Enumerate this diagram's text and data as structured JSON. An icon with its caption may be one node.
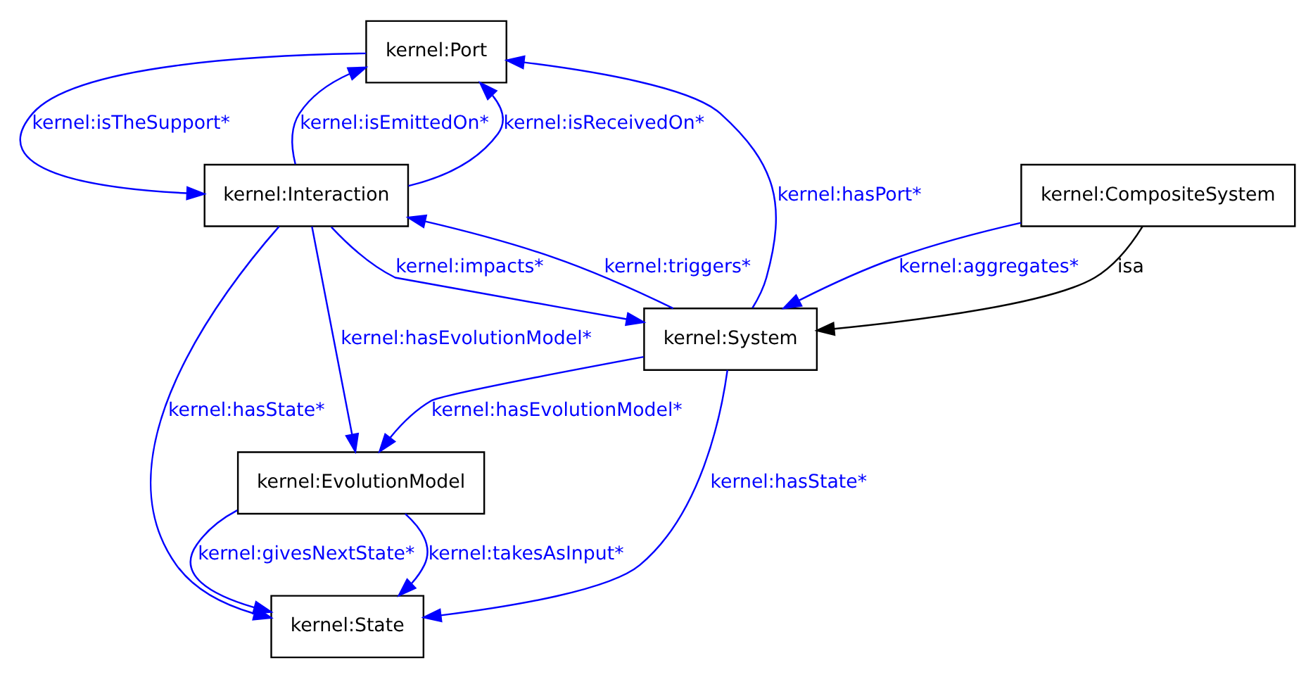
{
  "diagram": {
    "nodes": [
      {
        "text": [
          "kernel:Port"
        ]
      },
      {
        "text": [
          "kernel:Interaction"
        ]
      },
      {
        "text": [
          "kernel:System"
        ]
      },
      {
        "text": [
          "kernel:EvolutionModel"
        ]
      },
      {
        "text": [
          "kernel:CompositeSystem"
        ]
      },
      {
        "text": [
          "kernel:State"
        ]
      }
    ],
    "edges": [
      {
        "from": 0,
        "to": 1,
        "arrow": "to",
        "label": "kernel:isTheSupport*"
      },
      {
        "from": 1,
        "to": 0,
        "arrow": "to",
        "label": "kernel:isEmittedOn*"
      },
      {
        "from": 1,
        "to": 0,
        "arrow": "to",
        "label": "kernel:isReceivedOn*"
      },
      {
        "from": 2,
        "to": 0,
        "arrow": "to",
        "label": "kernel:hasPort*"
      },
      {
        "from": 1,
        "to": 2,
        "arrow": "to",
        "label": "kernel:impacts*"
      },
      {
        "from": 2,
        "to": 1,
        "arrow": "to",
        "label": "kernel:triggers*"
      },
      {
        "from": 1,
        "to": 3,
        "arrow": "to",
        "label": "kernel:hasEvolutionModel*"
      },
      {
        "from": 2,
        "to": 3,
        "arrow": "to",
        "label": "kernel:hasEvolutionModel*"
      },
      {
        "from": 1,
        "to": 5,
        "arrow": "to",
        "label": "kernel:hasState*"
      },
      {
        "from": 2,
        "to": 5,
        "arrow": "to",
        "label": "kernel:hasState*"
      },
      {
        "from": 4,
        "to": 2,
        "arrow": "to",
        "label": "isa",
        "color": "#000000"
      },
      {
        "from": 4,
        "to": 2,
        "arrow": "to",
        "label": "kernel:aggregates*"
      },
      {
        "from": 3,
        "to": 5,
        "arrow": "to",
        "label": "kernel:givesNextState*"
      },
      {
        "from": 3,
        "to": 5,
        "arrow": "to",
        "label": "kernel:takesAsInput*"
      }
    ]
  }
}
